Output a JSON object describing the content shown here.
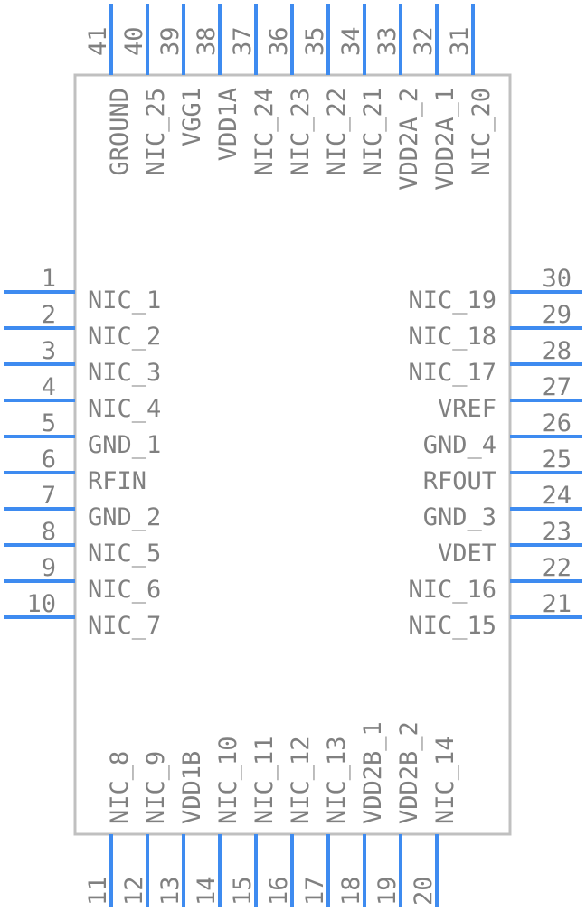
{
  "colors": {
    "body_outline": "#C0C0C0",
    "pin_line": "#3E8BF0",
    "text": "#808080",
    "background": "#FFFFFF"
  },
  "pins": {
    "left": [
      {
        "number": "1",
        "name": "NIC_1"
      },
      {
        "number": "2",
        "name": "NIC_2"
      },
      {
        "number": "3",
        "name": "NIC_3"
      },
      {
        "number": "4",
        "name": "NIC_4"
      },
      {
        "number": "5",
        "name": "GND_1"
      },
      {
        "number": "6",
        "name": "RFIN"
      },
      {
        "number": "7",
        "name": "GND_2"
      },
      {
        "number": "8",
        "name": "NIC_5"
      },
      {
        "number": "9",
        "name": "NIC_6"
      },
      {
        "number": "10",
        "name": "NIC_7"
      }
    ],
    "bottom": [
      {
        "number": "11",
        "name": "NIC_8"
      },
      {
        "number": "12",
        "name": "NIC_9"
      },
      {
        "number": "13",
        "name": "VDD1B"
      },
      {
        "number": "14",
        "name": "NIC_10"
      },
      {
        "number": "15",
        "name": "NIC_11"
      },
      {
        "number": "16",
        "name": "NIC_12"
      },
      {
        "number": "17",
        "name": "NIC_13"
      },
      {
        "number": "18",
        "name": "VDD2B_1"
      },
      {
        "number": "19",
        "name": "VDD2B_2"
      },
      {
        "number": "20",
        "name": "NIC_14"
      }
    ],
    "right": [
      {
        "number": "21",
        "name": "NIC_15"
      },
      {
        "number": "22",
        "name": "NIC_16"
      },
      {
        "number": "23",
        "name": "VDET"
      },
      {
        "number": "24",
        "name": "GND_3"
      },
      {
        "number": "25",
        "name": "RFOUT"
      },
      {
        "number": "26",
        "name": "GND_4"
      },
      {
        "number": "27",
        "name": "VREF"
      },
      {
        "number": "28",
        "name": "NIC_17"
      },
      {
        "number": "29",
        "name": "NIC_18"
      },
      {
        "number": "30",
        "name": "NIC_19"
      }
    ],
    "top": [
      {
        "number": "31",
        "name": "NIC_20"
      },
      {
        "number": "32",
        "name": "VDD2A_1"
      },
      {
        "number": "33",
        "name": "VDD2A_2"
      },
      {
        "number": "34",
        "name": "NIC_21"
      },
      {
        "number": "35",
        "name": "NIC_22"
      },
      {
        "number": "36",
        "name": "NIC_23"
      },
      {
        "number": "37",
        "name": "NIC_24"
      },
      {
        "number": "38",
        "name": "VDD1A"
      },
      {
        "number": "39",
        "name": "VGG1"
      },
      {
        "number": "40",
        "name": "NIC_25"
      },
      {
        "number": "41",
        "name": "GROUND"
      }
    ]
  }
}
